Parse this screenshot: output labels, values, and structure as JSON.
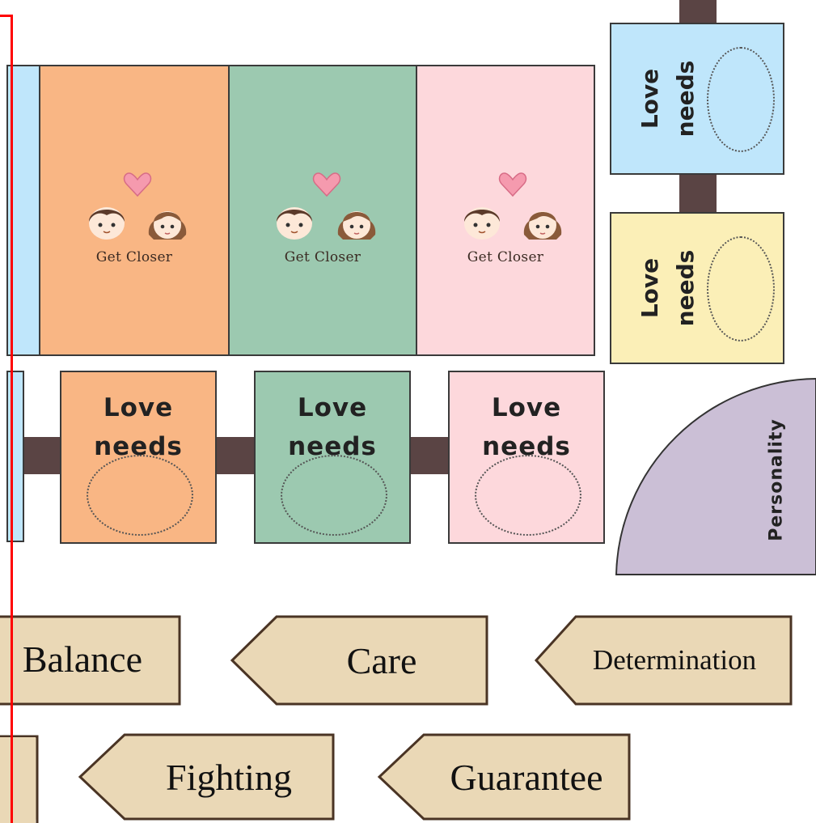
{
  "board": {
    "top_cards": [
      {
        "id": "orange",
        "color": "#f9b684",
        "caption": "Get Closer"
      },
      {
        "id": "green",
        "color": "#9cc9b0",
        "caption": "Get Closer"
      },
      {
        "id": "pink",
        "color": "#fdd8dc",
        "caption": "Get Closer"
      }
    ],
    "love_tiles": [
      {
        "id": "orange",
        "color": "#f9b684",
        "line1": "Love",
        "line2": "needs"
      },
      {
        "id": "green",
        "color": "#9cc9b0",
        "line1": "Love",
        "line2": "needs"
      },
      {
        "id": "pink",
        "color": "#fdd8dc",
        "line1": "Love",
        "line2": "needs"
      }
    ],
    "side_tiles": [
      {
        "id": "blue",
        "color": "#bfe6fb",
        "line1": "Love",
        "line2": "needs"
      },
      {
        "id": "yellow",
        "color": "#fbefb7",
        "line1": "Love",
        "line2": "needs"
      }
    ],
    "personality": {
      "label": "Personality",
      "color": "#cbbfd6"
    },
    "colors": {
      "blue_edge": "#bfe6fb",
      "connector": "#5a4444",
      "highlight_border": "#ff0000",
      "label_fill": "#ead8b6",
      "label_border": "#4a3424"
    }
  },
  "labels": {
    "balance": "Balance",
    "care": "Care",
    "determination": "Determination",
    "fighting": "Fighting",
    "guarantee": "Guarantee"
  },
  "icons": {
    "heart": "heart-icon",
    "boy": "boy-face-icon",
    "girl": "girl-face-icon"
  }
}
